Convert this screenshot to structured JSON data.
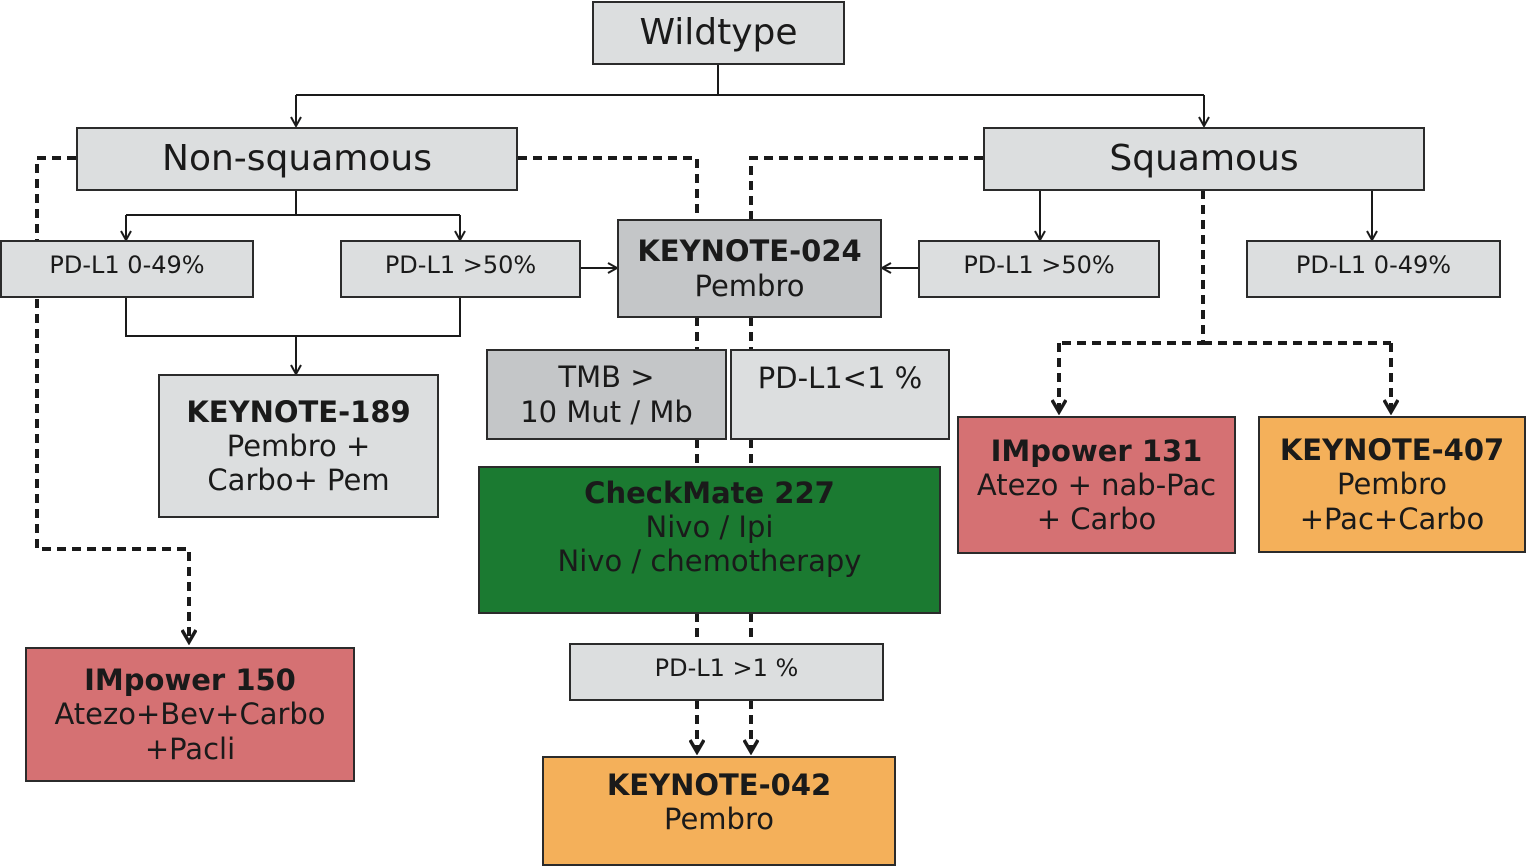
{
  "colors": {
    "grey_box": "#dcdedf",
    "dark_grey_box": "#c4c6c8",
    "green_box": "#1b7a31",
    "red_box": "#d57173",
    "orange_box": "#f4b05a",
    "line": "#1a1a1a"
  },
  "nodes": {
    "wildtype": {
      "label": "Wildtype"
    },
    "non_squamous": {
      "label": "Non-squamous"
    },
    "squamous": {
      "label": "Squamous"
    },
    "ns_pdl1_low": {
      "label": "PD-L1 0-49%"
    },
    "ns_pdl1_high": {
      "label": "PD-L1 >50%"
    },
    "sq_pdl1_high": {
      "label": "PD-L1 >50%"
    },
    "sq_pdl1_low": {
      "label": "PD-L1 0-49%"
    },
    "keynote_024": {
      "title": "KEYNOTE-024",
      "lines": [
        "Pembro"
      ]
    },
    "keynote_189": {
      "title": "KEYNOTE-189",
      "lines": [
        "Pembro +",
        "Carbo+ Pem"
      ]
    },
    "tmb": {
      "lines": [
        "TMB >",
        "10 Mut / Mb"
      ]
    },
    "pdl1_lt1": {
      "label": "PD-L1<1 %"
    },
    "checkmate_227": {
      "title": "CheckMate 227",
      "lines": [
        "Nivo / Ipi",
        "Nivo / chemotherapy"
      ]
    },
    "pdl1_gt1": {
      "label": "PD-L1 >1 %"
    },
    "keynote_042": {
      "title": "KEYNOTE-042",
      "lines": [
        "Pembro"
      ]
    },
    "impower_150": {
      "title": "IMpower 150",
      "lines": [
        "Atezo+Bev+Carbo",
        "+Pacli"
      ]
    },
    "impower_131": {
      "title": "IMpower 131",
      "lines": [
        "Atezo + nab-Pac",
        "+ Carbo"
      ]
    },
    "keynote_407": {
      "title": "KEYNOTE-407",
      "lines": [
        "Pembro",
        "+Pac+Carbo"
      ]
    }
  }
}
